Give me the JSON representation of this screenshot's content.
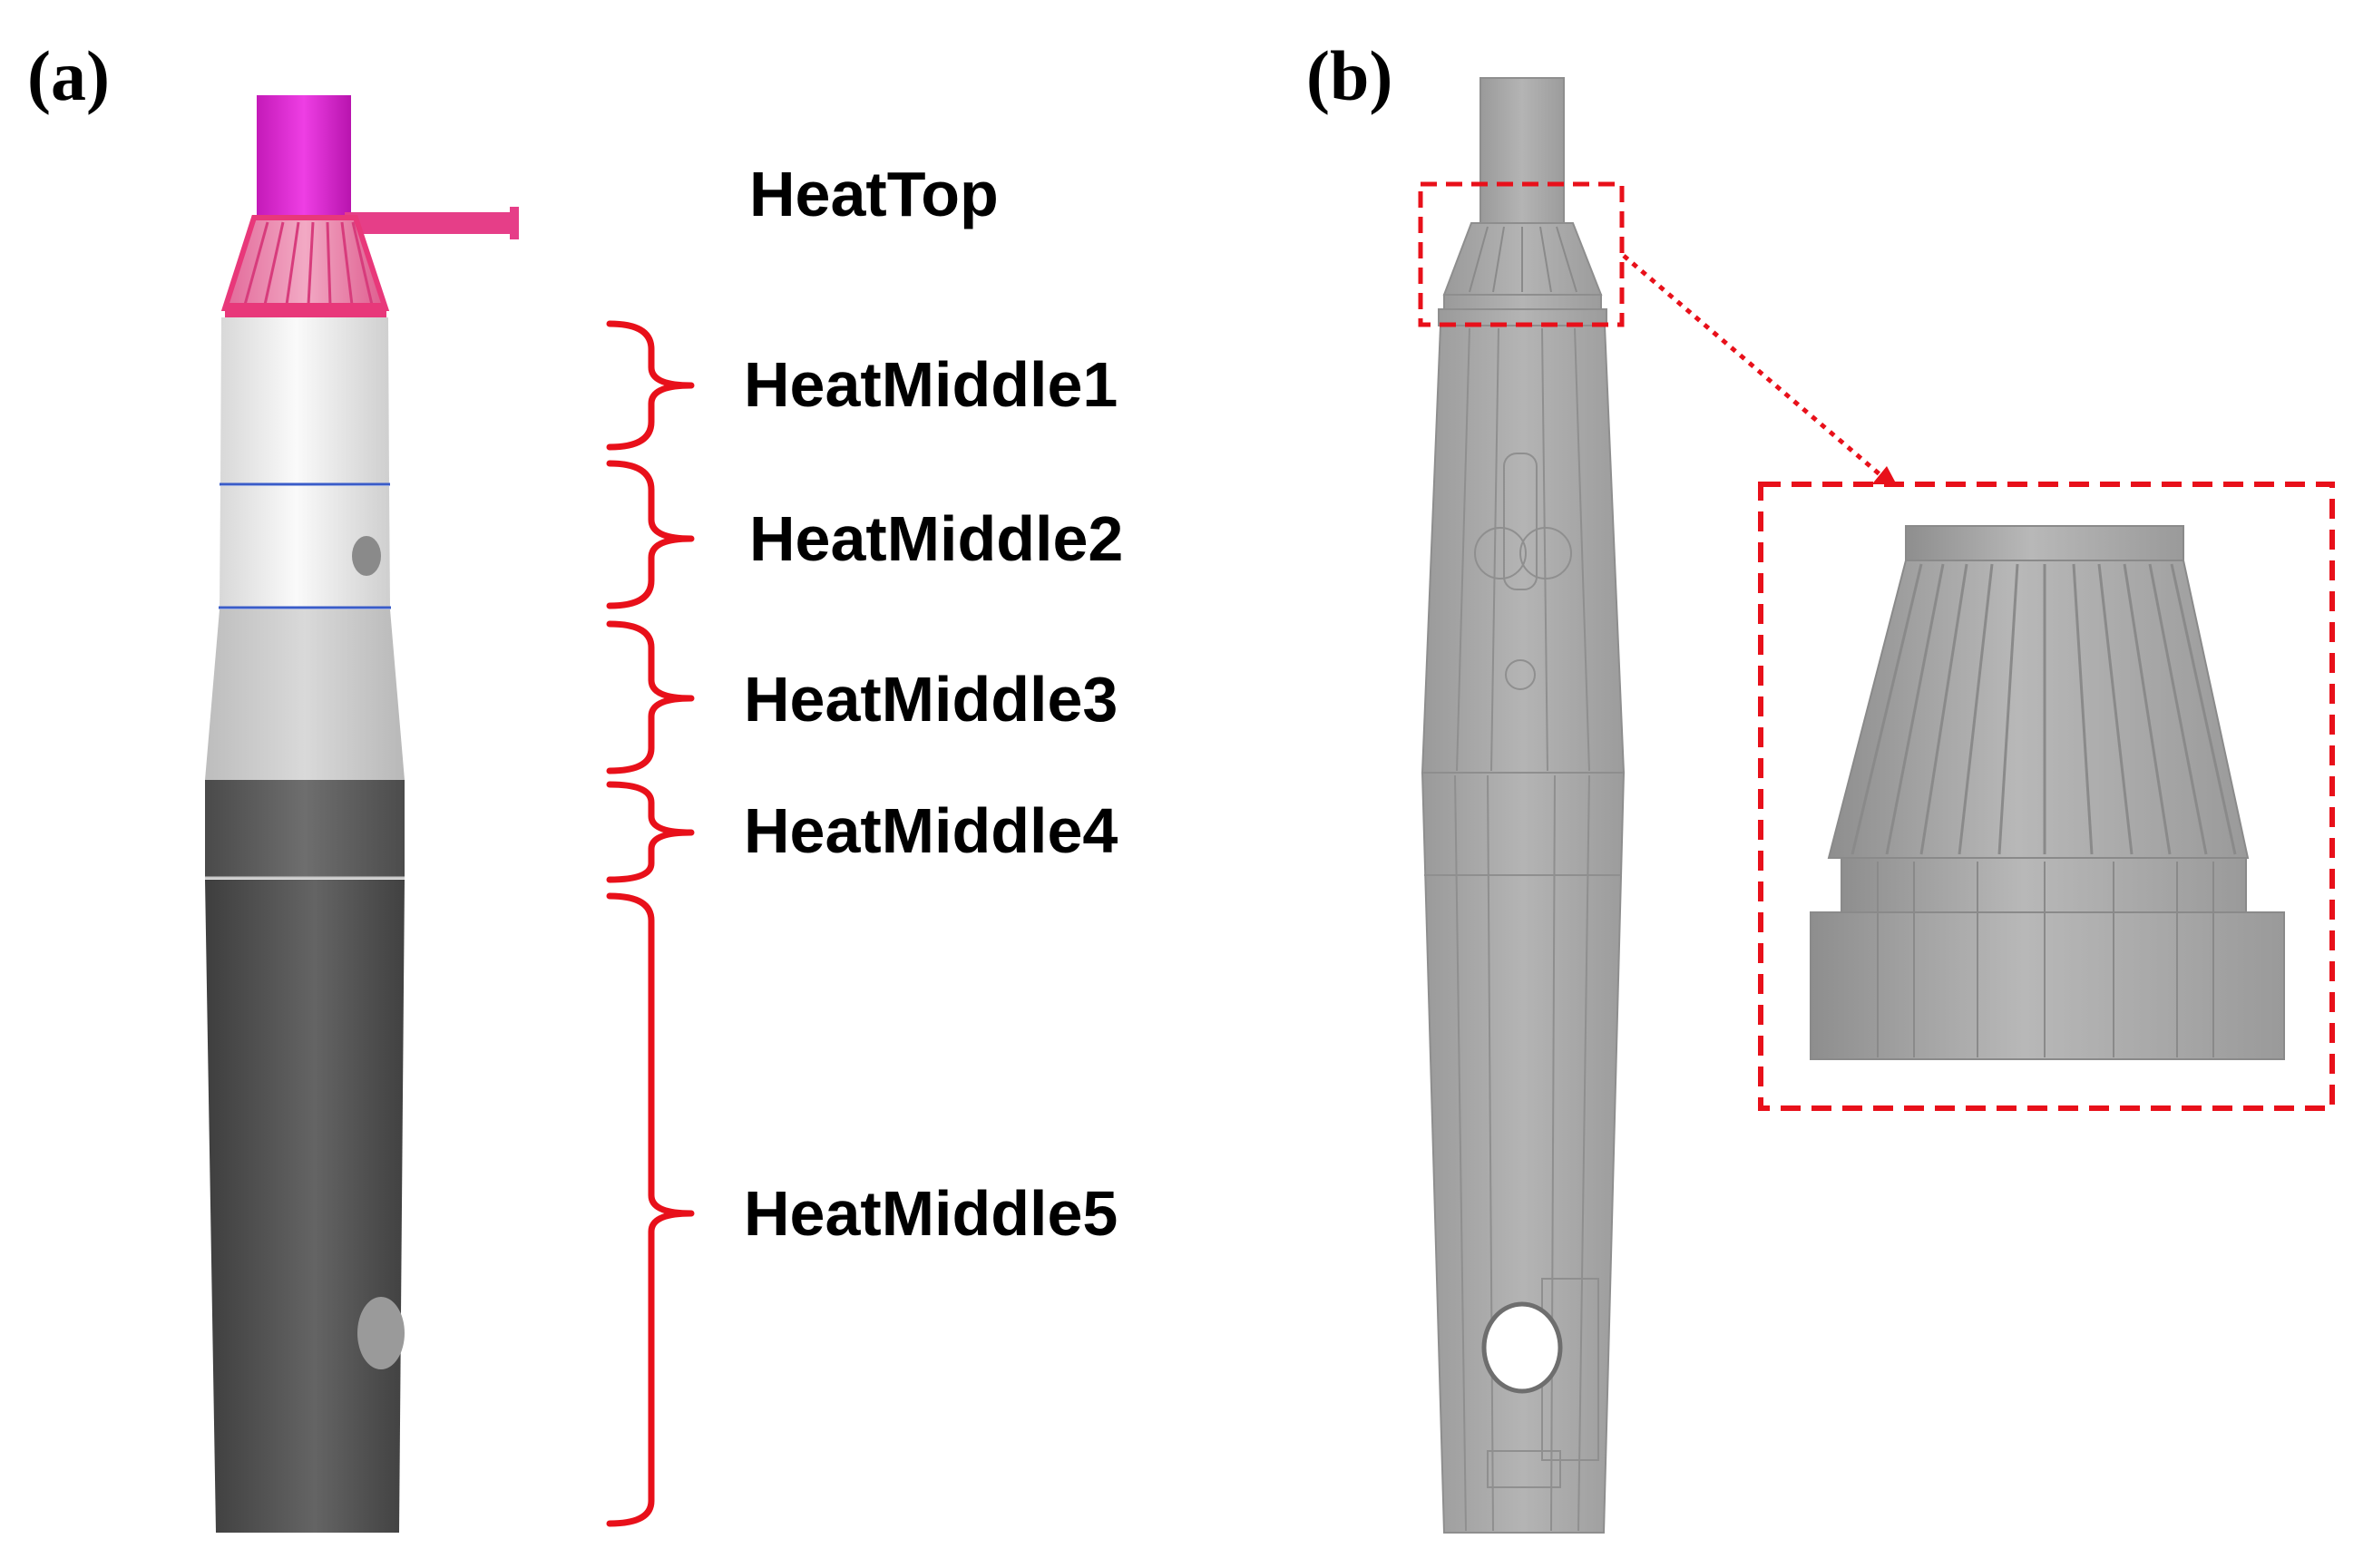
{
  "panel_a": {
    "label": "(a)",
    "segments": [
      {
        "id": "heat-top",
        "label": "HeatTop"
      },
      {
        "id": "heat-middle-1",
        "label": "HeatMiddle1"
      },
      {
        "id": "heat-middle-2",
        "label": "HeatMiddle2"
      },
      {
        "id": "heat-middle-3",
        "label": "HeatMiddle3"
      },
      {
        "id": "heat-middle-4",
        "label": "HeatMiddle4"
      },
      {
        "id": "heat-middle-5",
        "label": "HeatMiddle5"
      }
    ]
  },
  "panel_b": {
    "label": "(b)"
  },
  "colors": {
    "bracket": "#e8101a",
    "callout": "#e8101a",
    "magenta_pipe": "#d81ed0",
    "pink_cone": "#e8387a",
    "model_grey": "#a9a9a9"
  }
}
